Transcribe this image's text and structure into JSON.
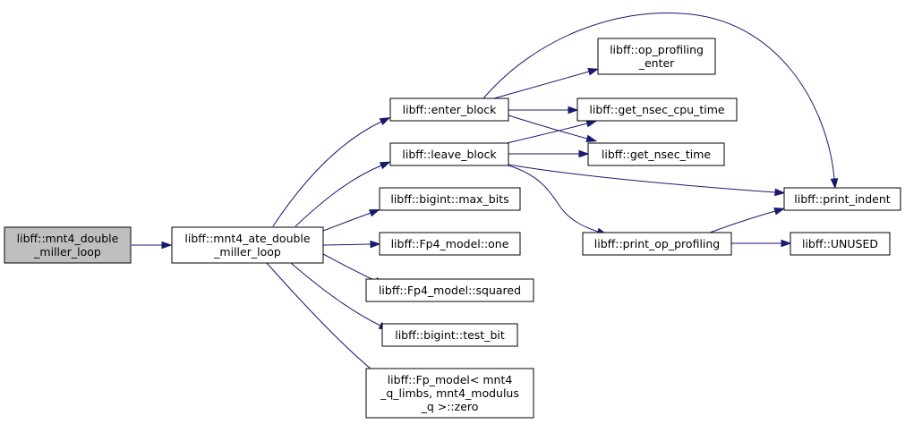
{
  "graph": {
    "colors": {
      "edge": "#191970",
      "node_fill": "#ffffff",
      "root_fill": "#bfbfbf",
      "border": "#000000"
    },
    "nodes": [
      {
        "id": "n_root",
        "lines": [
          "libff::mnt4_double",
          "_miller_loop"
        ],
        "root": true
      },
      {
        "id": "n_ate",
        "lines": [
          "libff::mnt4_ate_double",
          "_miller_loop"
        ]
      },
      {
        "id": "n_enter",
        "lines": [
          "libff::enter_block"
        ]
      },
      {
        "id": "n_leave",
        "lines": [
          "libff::leave_block"
        ]
      },
      {
        "id": "n_maxbits",
        "lines": [
          "libff::bigint::max_bits"
        ]
      },
      {
        "id": "n_one",
        "lines": [
          "libff::Fp4_model::one"
        ]
      },
      {
        "id": "n_squared",
        "lines": [
          "libff::Fp4_model::squared"
        ]
      },
      {
        "id": "n_testbit",
        "lines": [
          "libff::bigint::test_bit"
        ]
      },
      {
        "id": "n_zero",
        "lines": [
          "libff::Fp_model< mnt4",
          "_q_limbs, mnt4_modulus",
          "_q >::zero"
        ]
      },
      {
        "id": "n_openter",
        "lines": [
          "libff::op_profiling",
          "_enter"
        ]
      },
      {
        "id": "n_cpu",
        "lines": [
          "libff::get_nsec_cpu_time"
        ]
      },
      {
        "id": "n_nsec",
        "lines": [
          "libff::get_nsec_time"
        ]
      },
      {
        "id": "n_printop",
        "lines": [
          "libff::print_op_profiling"
        ]
      },
      {
        "id": "n_indent",
        "lines": [
          "libff::print_indent"
        ]
      },
      {
        "id": "n_unused",
        "lines": [
          "libff::UNUSED"
        ]
      }
    ],
    "edges": [
      {
        "from": "n_root",
        "to": "n_ate"
      },
      {
        "from": "n_ate",
        "to": "n_enter"
      },
      {
        "from": "n_ate",
        "to": "n_leave"
      },
      {
        "from": "n_ate",
        "to": "n_maxbits"
      },
      {
        "from": "n_ate",
        "to": "n_one"
      },
      {
        "from": "n_ate",
        "to": "n_squared"
      },
      {
        "from": "n_ate",
        "to": "n_testbit"
      },
      {
        "from": "n_ate",
        "to": "n_zero"
      },
      {
        "from": "n_enter",
        "to": "n_openter"
      },
      {
        "from": "n_enter",
        "to": "n_cpu"
      },
      {
        "from": "n_enter",
        "to": "n_nsec"
      },
      {
        "from": "n_enter",
        "to": "n_indent"
      },
      {
        "from": "n_leave",
        "to": "n_cpu"
      },
      {
        "from": "n_leave",
        "to": "n_nsec"
      },
      {
        "from": "n_leave",
        "to": "n_printop"
      },
      {
        "from": "n_leave",
        "to": "n_indent"
      },
      {
        "from": "n_printop",
        "to": "n_indent"
      },
      {
        "from": "n_printop",
        "to": "n_unused"
      }
    ]
  }
}
